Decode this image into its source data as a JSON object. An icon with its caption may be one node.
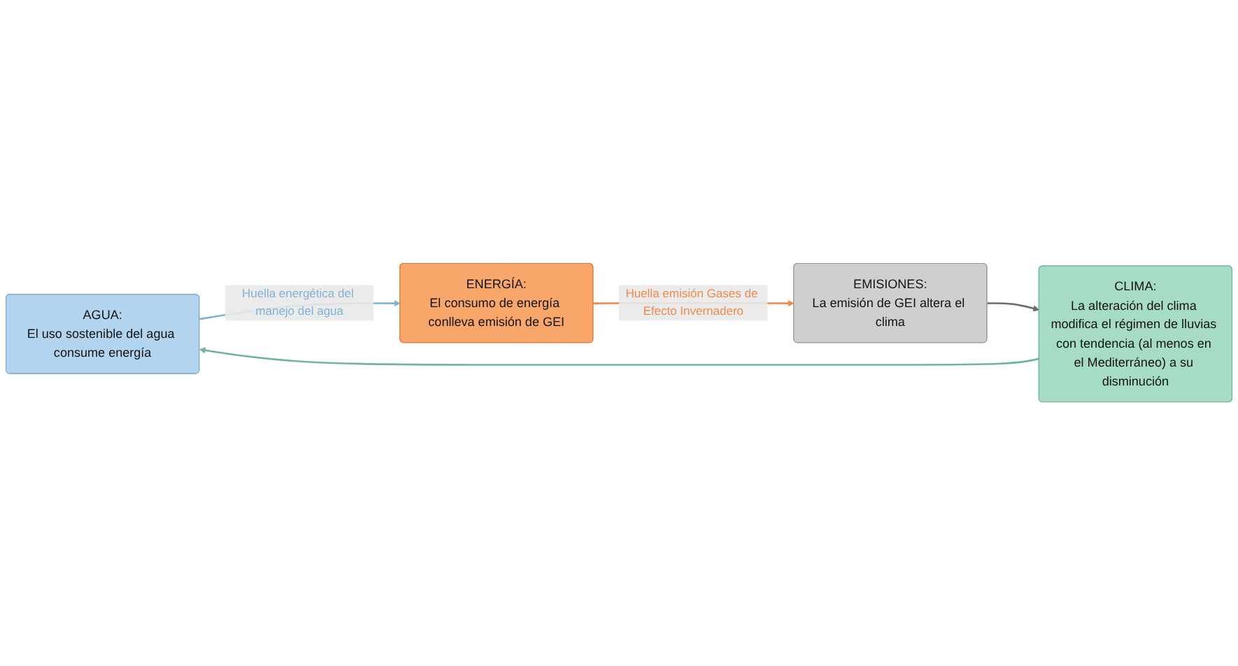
{
  "diagram": {
    "nodes": [
      {
        "text": [
          "AGUA:",
          "El uso sostenible del agua consume energía"
        ]
      },
      {
        "text": [
          "ENERGÍA:",
          "El consumo de energía conlleva emisión de GEI"
        ]
      },
      {
        "text": [
          "EMISIONES:",
          "La emisión de GEI altera el clima"
        ]
      },
      {
        "text": [
          "CLIMA:",
          "La alteración del clima modifica el régimen de lluvias con tendencia (al menos en el Mediterráneo) a su disminución"
        ]
      }
    ],
    "edges": [
      {
        "from": 0,
        "to": 1,
        "arrow": "to",
        "label": "Huella energética del manejo del agua",
        "color": "#7fb3d6"
      },
      {
        "from": 1,
        "to": 2,
        "arrow": "to",
        "label": "Huella emisión Gases de Efecto Invernadero",
        "color": "#f08a4b"
      },
      {
        "from": 2,
        "to": 3,
        "arrow": "to",
        "color": "#6d6d6d"
      },
      {
        "from": 3,
        "to": 0,
        "arrow": "to",
        "color": "#6fb59a"
      }
    ]
  }
}
